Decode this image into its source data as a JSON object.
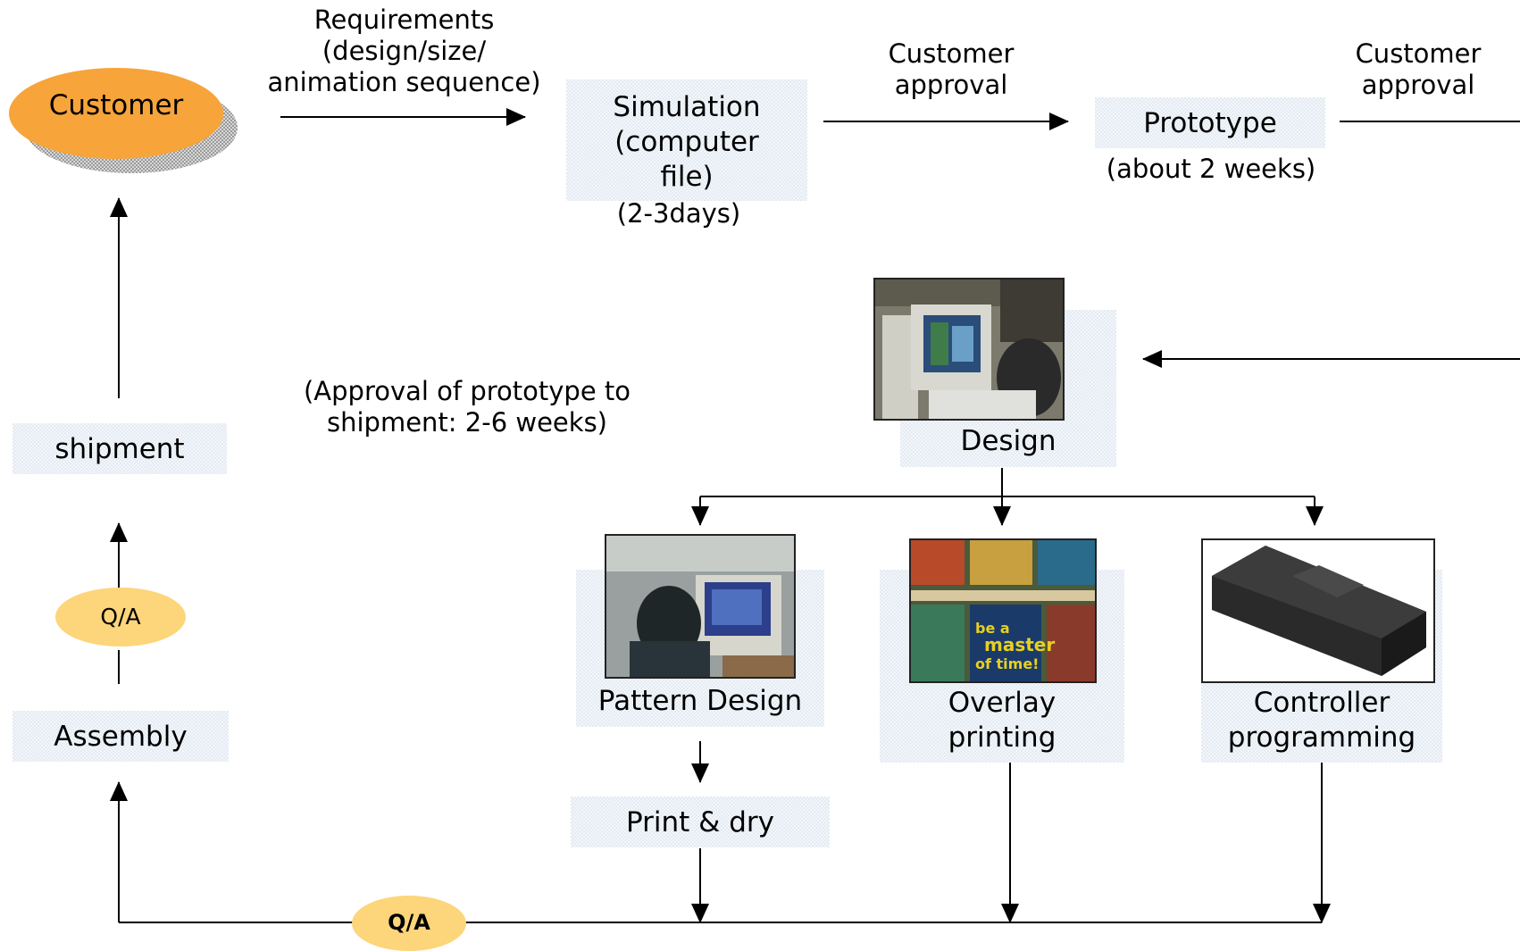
{
  "customer": {
    "label": "Customer"
  },
  "requirements": {
    "line1": "Requirements",
    "line2": "(design/size/",
    "line3": "animation sequence)"
  },
  "simulation": {
    "line1": "Simulation",
    "line2": "(computer",
    "line3": "file)",
    "duration": "(2-3days)"
  },
  "approval_1": {
    "line1": "Customer",
    "line2": "approval"
  },
  "prototype": {
    "label": "Prototype",
    "duration": "(about 2 weeks)"
  },
  "approval_2": {
    "line1": "Customer",
    "line2": "approval"
  },
  "design": {
    "label": "Design"
  },
  "approval_note": {
    "line1": "(Approval of prototype to",
    "line2": "shipment: 2-6 weeks)"
  },
  "shipment": {
    "label": "shipment"
  },
  "qa_left": {
    "label": "Q/A"
  },
  "assembly": {
    "label": "Assembly"
  },
  "pattern_design": {
    "label": "Pattern Design"
  },
  "overlay_printing": {
    "line1": "Overlay",
    "line2": "printing"
  },
  "controller_programming": {
    "line1": "Controller",
    "line2": "programming"
  },
  "print_dry": {
    "label": "Print & dry"
  },
  "qa_bottom": {
    "label": "Q/A"
  },
  "overlay_photo_text": {
    "line1": "be a",
    "line2": "master",
    "line3": "of time!"
  },
  "colors": {
    "orange": "#f7a43a",
    "light_orange": "#fdd57a",
    "box_fill": "#e4ebf3"
  }
}
